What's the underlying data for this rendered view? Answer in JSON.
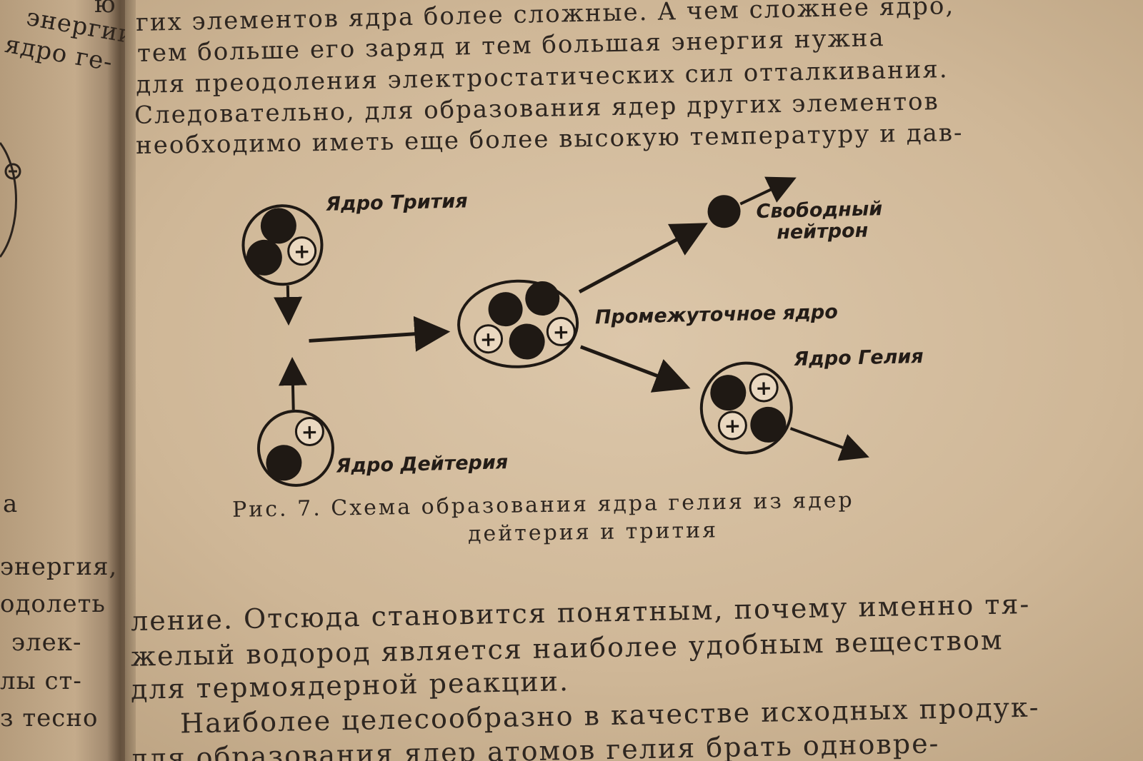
{
  "left_page": {
    "fragments": [
      "ю",
      "энергии,",
      "ядро ге-",
      "а",
      "энергия,",
      "одолеть",
      "элек-",
      "лы ст-",
      "з тесно"
    ]
  },
  "top_text": [
    "гих элементов ядра более сложные. А чем сложнее ядро,",
    "тем больше его заряд  и  тем  большая энергия  нужна",
    "для преодоления электростатических  сил  отталкивания.",
    "Следовательно, для образования ядер других элементов",
    "необходимо иметь еще более высокую температуру и дав-"
  ],
  "figure": {
    "labels": {
      "tritium": "Ядро Трития",
      "free_neutron_1": "Свободный",
      "free_neutron_2": "нейтрон",
      "intermediate": "Промежуточное ядро",
      "helium": "Ядро Гелия",
      "deuterium": "Ядро Дейтерия"
    },
    "plus_sign": "+"
  },
  "caption": {
    "line1": "Рис.  7. Схема  образования  ядра  гелия  из  ядер",
    "line2": "дейтерия и трития"
  },
  "bottom_text": [
    "ление. Отсюда становится понятным, почему именно тя-",
    "желый водород является  наиболее  удобным  веществом",
    "для термоядерной реакции.",
    "Наиболее целесообразно в качестве исходных продук-",
    "для образования ядер атомов гелия брать одновре-"
  ]
}
